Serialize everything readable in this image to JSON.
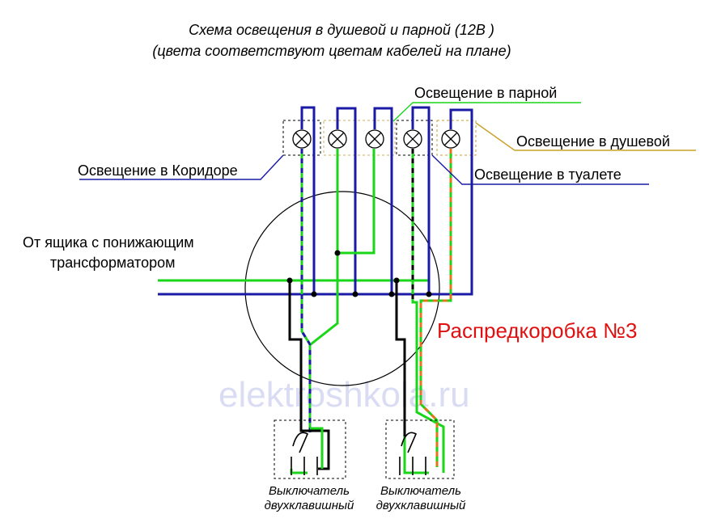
{
  "title": {
    "line1": "Схема освещения в душевой и парной (12В )",
    "line2": "(цвета соответствуют цветам кабелей на плане)"
  },
  "labels": {
    "steam_room": "Освещение в парной",
    "shower": "Освещение в душевой",
    "corridor": "Освещение в Коридоре",
    "toilet": "Освещение в туалете",
    "source_line1": "От ящика с понижающим",
    "source_line2": "трансформатором",
    "junction_box": "Распредкоробка №3"
  },
  "switches": [
    {
      "line1": "Выключатель",
      "line2": "двухклавишный"
    },
    {
      "line1": "Выключатель",
      "line2": "двухклавишный"
    }
  ],
  "watermark": "elektroshkola.ru",
  "colors": {
    "blue": "#1a1aa6",
    "green": "#19d619",
    "black": "#000000",
    "orange": "#e8731a",
    "red": "#e01010",
    "yellow": "#c8a02a",
    "watermark": "#d9dcf2"
  }
}
